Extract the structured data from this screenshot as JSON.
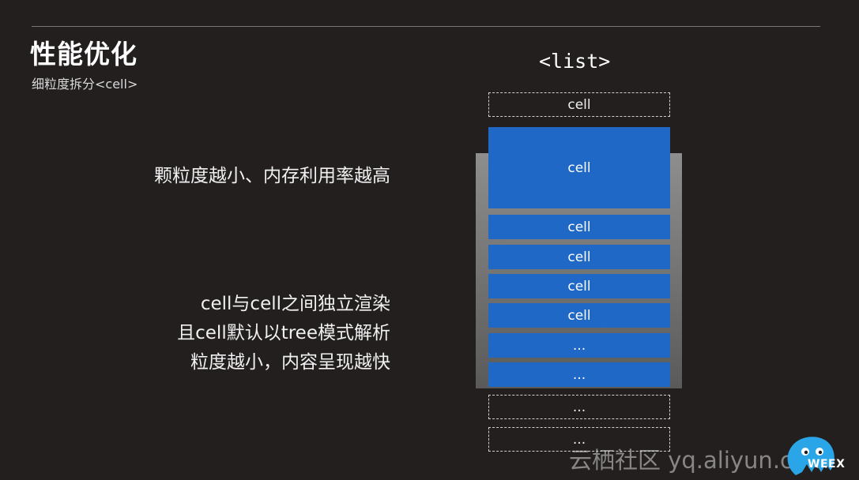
{
  "slide": {
    "title": "性能优化",
    "subtitle": "细粒度拆分<cell>",
    "points": [
      [
        "颗粒度越小、内存利用率越高"
      ],
      [
        "cell与cell之间独立渲染",
        "且cell默认以tree模式解析",
        "粒度越小，内容呈现越快"
      ]
    ]
  },
  "diagram": {
    "list_label": "<list>",
    "cells": [
      {
        "label": "cell",
        "style": "dashed"
      },
      {
        "label": "cell",
        "style": "blue"
      },
      {
        "label": "cell",
        "style": "blue"
      },
      {
        "label": "cell",
        "style": "blue"
      },
      {
        "label": "cell",
        "style": "blue"
      },
      {
        "label": "cell",
        "style": "blue"
      },
      {
        "label": "...",
        "style": "blue"
      },
      {
        "label": "...",
        "style": "blue"
      },
      {
        "label": "...",
        "style": "dashed"
      },
      {
        "label": "...",
        "style": "dashed"
      }
    ]
  },
  "watermark": "云栖社区 yq.aliyun.com",
  "logo": {
    "text": "WEEX",
    "icon": "weex-mascot-icon",
    "color": "#2aa6e8"
  }
}
